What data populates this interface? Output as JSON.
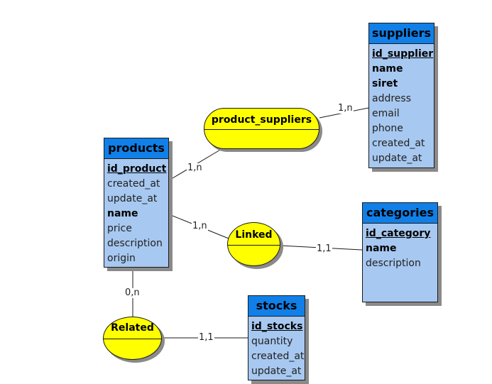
{
  "entities": {
    "products": {
      "title": "products",
      "attributes": [
        "id_product",
        "created_at",
        "update_at",
        "name",
        "price",
        "description",
        "origin"
      ]
    },
    "suppliers": {
      "title": "suppliers",
      "attributes": [
        "id_supplier",
        "name",
        "siret",
        "address",
        "email",
        "phone",
        "created_at",
        "update_at"
      ]
    },
    "categories": {
      "title": "categories",
      "attributes": [
        "id_category",
        "name",
        "description"
      ]
    },
    "stocks": {
      "title": "stocks",
      "attributes": [
        "id_stocks",
        "quantity",
        "created_at",
        "update_at"
      ]
    }
  },
  "relations": {
    "product_suppliers": "product_suppliers",
    "linked": "Linked",
    "related": "Related"
  },
  "cardinalities": {
    "products_product_suppliers": "1,n",
    "suppliers_product_suppliers": "1,n",
    "products_linked": "1,n",
    "categories_linked": "1,1",
    "products_related": "0,n",
    "stocks_related": "1,1"
  },
  "colors": {
    "entity_header": "#1080e8",
    "entity_body": "#a7c8f0",
    "relation_fill": "#ffff00",
    "shadow": "#8a8a8a"
  }
}
